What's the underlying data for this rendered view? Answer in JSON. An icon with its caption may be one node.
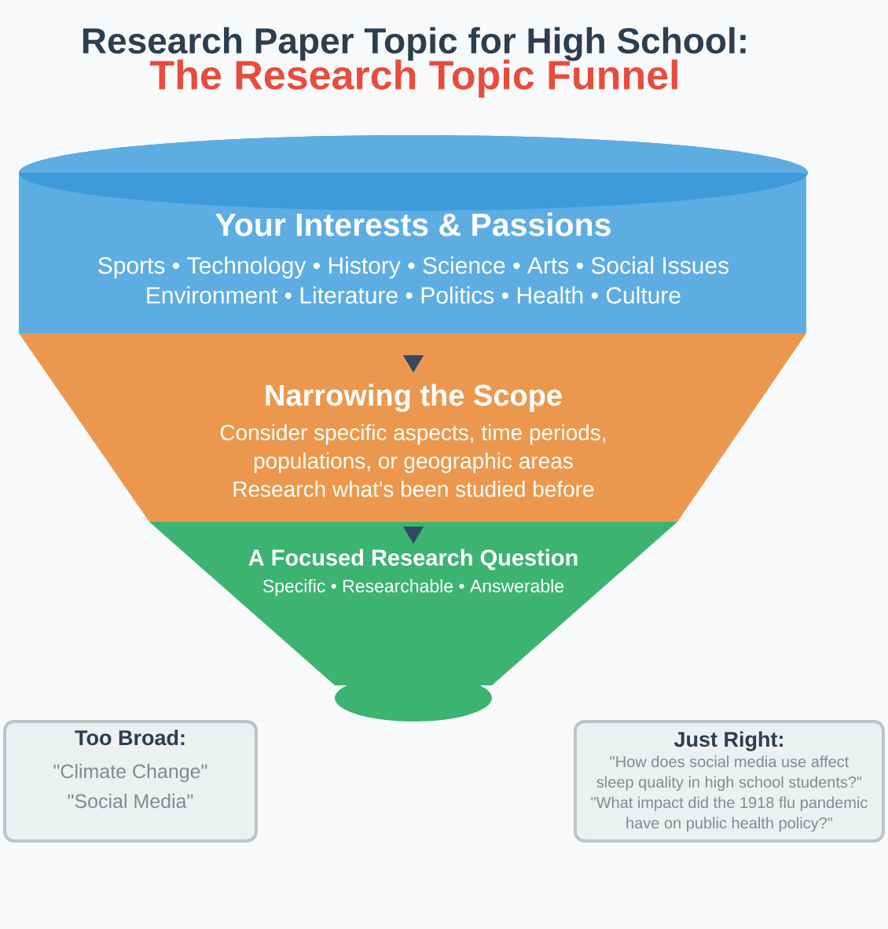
{
  "diagram": {
    "title": "Research Paper Topic for High School:",
    "nodes": [
      {
        "text": [
          "Your Interests & Passions",
          "Sports • Technology • History • Science • Arts • Social Issues Environment • Literature • Politics • Health • Culture"
        ]
      },
      {
        "text": [
          "Narrowing the Scope",
          "Consider specific aspects, time periods, populations, or geographic areas",
          "Research what's been studied before"
        ]
      },
      {
        "text": [
          "A Focused Research Question",
          "Specific • Researchable • Answerable"
        ]
      },
      {
        "text": [
          "Too Broad:",
          "\"Climate Change\"",
          "\"Social Media\""
        ]
      },
      {
        "text": [
          "Just Right:",
          "\"How does social media use affect sleep quality in high school students?\"",
          "\"What impact did the 1918 flu pandemic have on public health policy?\""
        ]
      }
    ],
    "edges": [
      {
        "from": 0,
        "to": 1,
        "arrow": "to"
      },
      {
        "from": 1,
        "to": 2,
        "arrow": "to"
      }
    ],
    "labels": [
      "The Research Topic Funnel"
    ]
  }
}
